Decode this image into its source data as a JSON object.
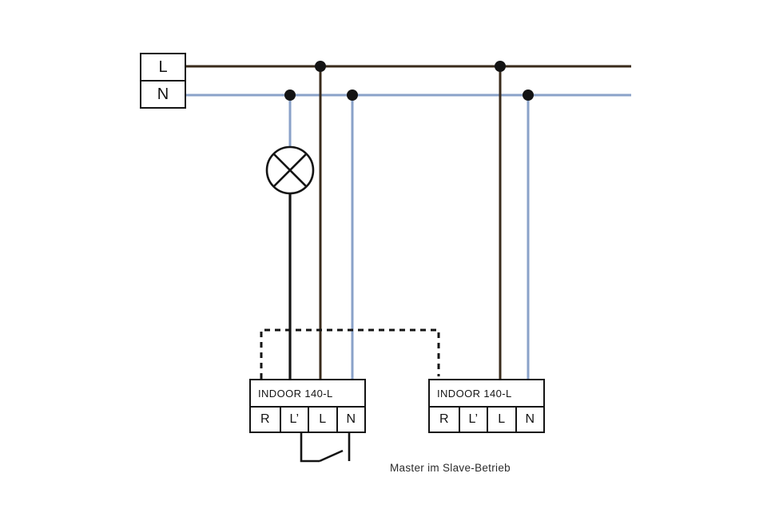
{
  "diagram": {
    "caption": "Master im Slave-Betrieb",
    "supply": {
      "live_label": "L",
      "neutral_label": "N"
    },
    "devices": [
      {
        "title": "INDOOR 140-L",
        "terminals": [
          "R",
          "L’",
          "L",
          "N"
        ]
      },
      {
        "title": "INDOOR 140-L",
        "terminals": [
          "R",
          "L’",
          "L",
          "N"
        ]
      }
    ],
    "colors": {
      "live_wire": "#3a2b1b",
      "neutral_wire": "#8aa2c9",
      "ink": "#141414"
    }
  }
}
